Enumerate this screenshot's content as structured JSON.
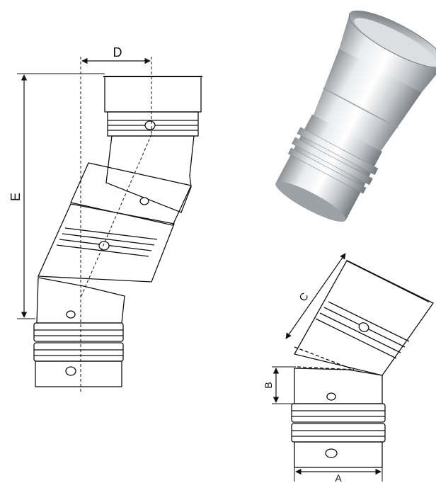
{
  "labels": {
    "dim_d": "D",
    "dim_e": "E",
    "dim_c": "C",
    "dim_b": "B",
    "dim_a": "A"
  },
  "colors": {
    "line": "#111111",
    "metal_light": "#f2f3f5",
    "metal_mid": "#b9bdc2",
    "metal_dark": "#6e7378"
  }
}
